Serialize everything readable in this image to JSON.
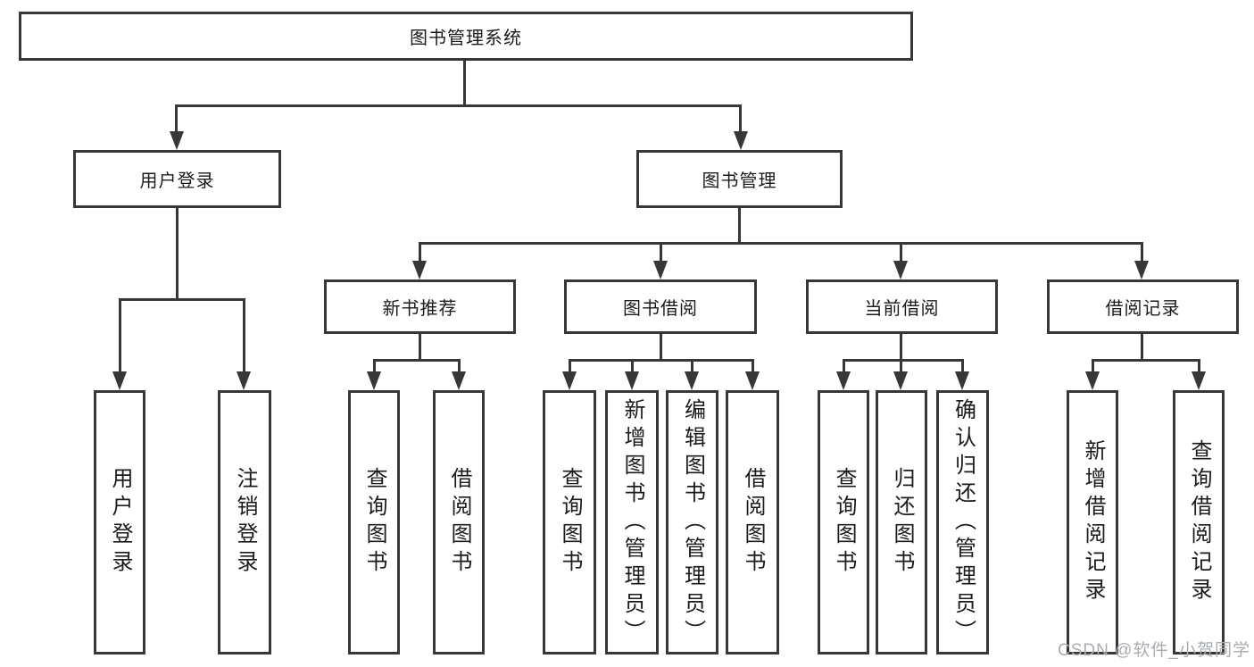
{
  "tree": {
    "label": "图书管理系统",
    "children": [
      {
        "label": "用户登录",
        "children": [
          {
            "label": "用户登录"
          },
          {
            "label": "注销登录"
          }
        ]
      },
      {
        "label": "图书管理",
        "children": [
          {
            "label": "新书推荐",
            "children": [
              {
                "label": "查询图书"
              },
              {
                "label": "借阅图书"
              }
            ]
          },
          {
            "label": "图书借阅",
            "children": [
              {
                "label": "查询图书"
              },
              {
                "label": "新增图书（管理员）"
              },
              {
                "label": "编辑图书（管理员）"
              },
              {
                "label": "借阅图书"
              }
            ]
          },
          {
            "label": "当前借阅",
            "children": [
              {
                "label": "查询图书"
              },
              {
                "label": "归还图书"
              },
              {
                "label": "确认归还（管理员）"
              }
            ]
          },
          {
            "label": "借阅记录",
            "children": [
              {
                "label": "新增借阅记录"
              },
              {
                "label": "查询借阅记录"
              }
            ]
          }
        ]
      }
    ]
  },
  "watermark": {
    "text": "CSDN @软件_小贺同学"
  },
  "colors": {
    "line": "#373737",
    "text": "#1b1b1b",
    "watermark": "#a9adb2",
    "background": "#ffffff"
  }
}
